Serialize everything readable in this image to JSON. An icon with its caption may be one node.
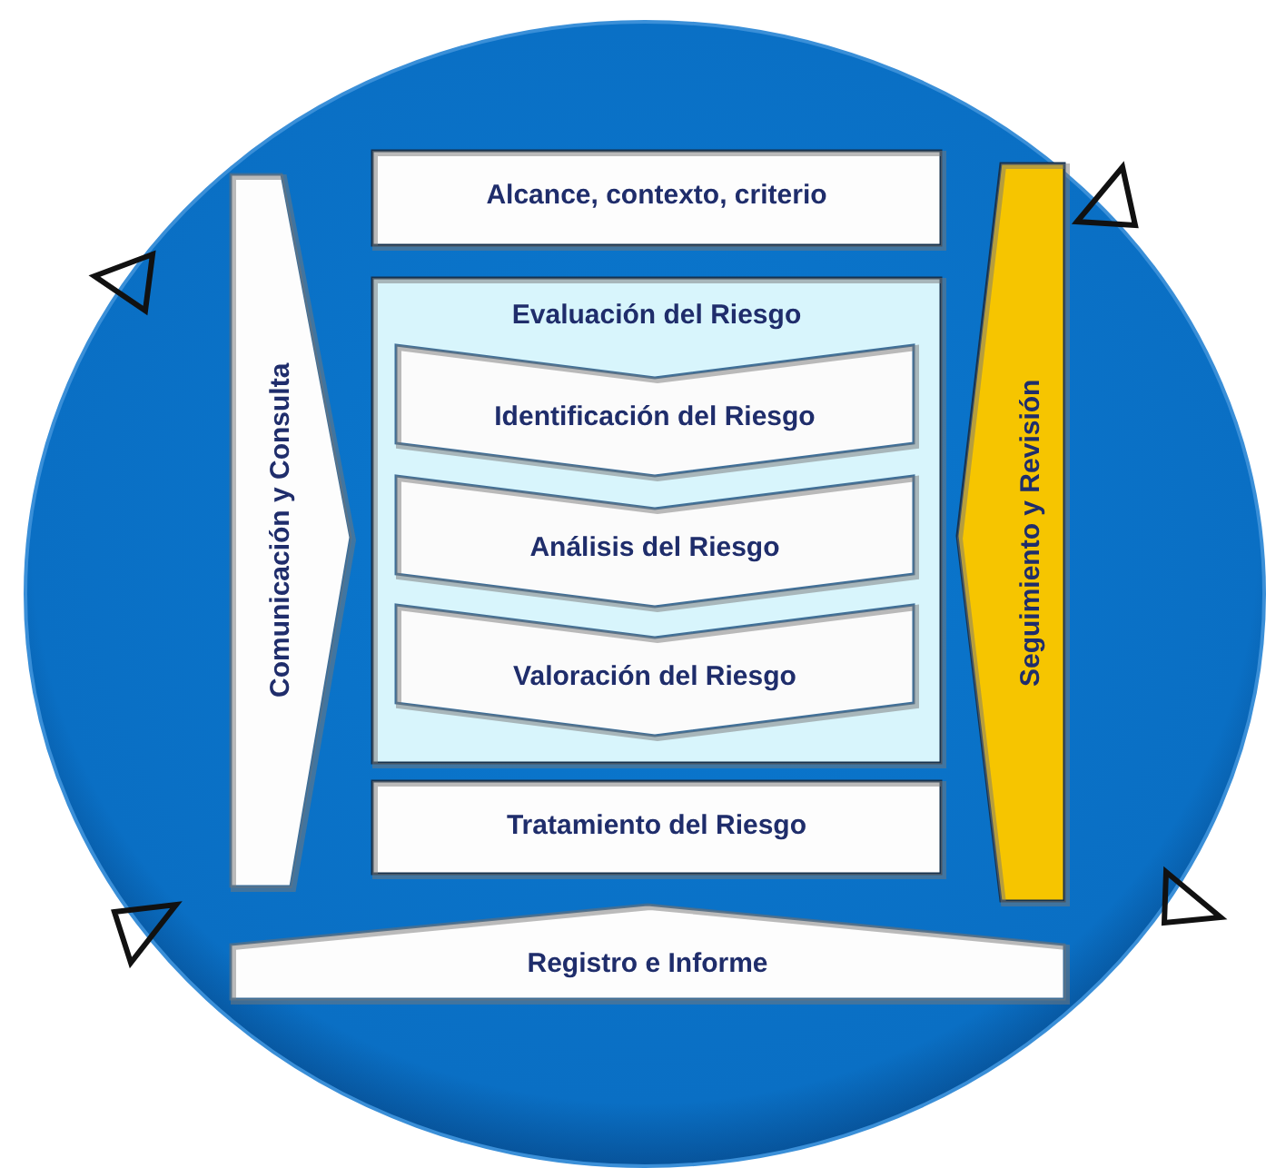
{
  "diagram": {
    "nodes": [
      {
        "text": [],
        "shape": "circle"
      },
      {
        "text": [
          "Comunicación y Consulta"
        ],
        "in": 0
      },
      {
        "text": [
          "Alcance, contexto, criterio"
        ],
        "in": 0
      },
      {
        "text": [
          "Evaluación del Riesgo"
        ],
        "in": 0
      },
      {
        "text": [
          "Identificación del Riesgo"
        ],
        "in": 3
      },
      {
        "text": [
          "Análisis del Riesgo"
        ],
        "in": 3
      },
      {
        "text": [
          "Valoración del Riesgo"
        ],
        "in": 3
      },
      {
        "text": [
          "Tratamiento del Riesgo"
        ],
        "in": 0
      },
      {
        "text": [
          "Seguimiento y Revisión"
        ],
        "in": 0
      },
      {
        "text": [
          "Registro e Informe"
        ],
        "in": 0
      }
    ]
  }
}
